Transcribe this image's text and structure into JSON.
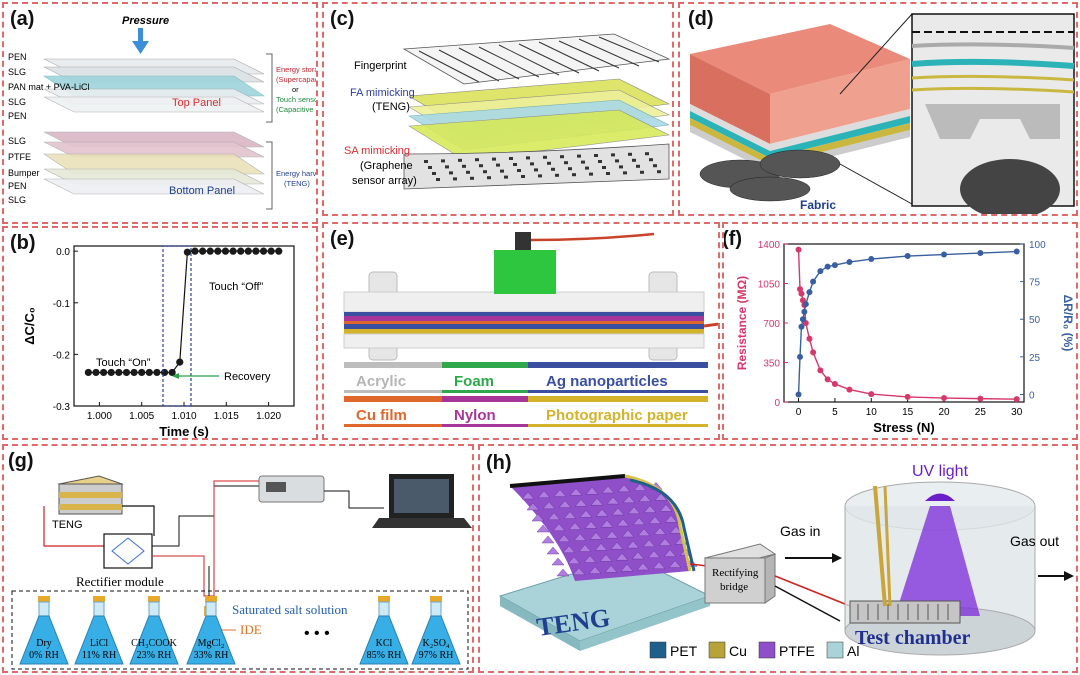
{
  "panels": {
    "a": {
      "label": "(a)",
      "pressure": "Pressure",
      "top_layers": [
        "PEN",
        "SLG",
        "PAN mat + PVA-LiCl",
        "SLG",
        "PEN"
      ],
      "bottom_layers": [
        "SLG",
        "PTFE",
        "Bumper",
        "PEN",
        "SLG"
      ],
      "top_panel": "Top Panel",
      "bottom_panel": "Bottom Panel",
      "energy_storage": "Energy storage",
      "supercapacitor": "(Supercapacitor)",
      "or": "or",
      "touch_sensor": "Touch sensor",
      "capacitive": "(Capacitive type)",
      "energy_harvesting": "Energy harvesting",
      "teng": "(TENG)"
    },
    "b": {
      "label": "(b)",
      "touch_on": "Touch “On”",
      "touch_off": "Touch “Off”",
      "recovery": "Recovery"
    },
    "c": {
      "label": "(c)",
      "fingerprint": "Fingerprint",
      "fa": "FA mimicking",
      "fa_sub": "(TENG)",
      "sa": "SA mimicking",
      "sa_sub1": "(Graphene",
      "sa_sub2": "sensor array)"
    },
    "d": {
      "label": "(d)",
      "fabric": "Fabric"
    },
    "e": {
      "label": "(e)",
      "legend": [
        {
          "text": "Acrylic",
          "color": "#bdbdbd",
          "text_color": "#b5b5b5"
        },
        {
          "text": "Foam",
          "color": "#2ea84a",
          "text_color": "#2ea84a"
        },
        {
          "text": "Ag nanoparticles",
          "color": "#3a4fa0",
          "text_color": "#3a4fa0"
        },
        {
          "text": "Cu film",
          "color": "#e0672b",
          "text_color": "#e0672b"
        },
        {
          "text": "Nylon",
          "color": "#a8369a",
          "text_color": "#a8369a"
        },
        {
          "text": "Photographic paper",
          "color": "#d4b32a",
          "text_color": "#d4b32a"
        }
      ]
    },
    "f": {
      "label": "(f)"
    },
    "g": {
      "label": "(g)",
      "teng": "TENG",
      "rectifier": "Rectifier module",
      "salt": "Saturated salt solution",
      "ide": "IDE",
      "dots": "•   •   •",
      "flasks": [
        {
          "salt": "Dry",
          "rh": "0% RH"
        },
        {
          "salt": "LiCl",
          "rh": "11% RH"
        },
        {
          "salt": "CH₃COOK",
          "rh": "23% RH"
        },
        {
          "salt": "MgCl₂",
          "rh": "33% RH"
        },
        {
          "salt": "KCl",
          "rh": "85% RH"
        },
        {
          "salt": "K₂SO₄",
          "rh": "97% RH"
        }
      ]
    },
    "h": {
      "label": "(h)",
      "teng": "TENG",
      "rect1": "Rectifying",
      "rect2": "bridge",
      "uv": "UV light",
      "gas_in": "Gas in",
      "gas_out": "Gas out",
      "chamber": "Test chamber",
      "legend": [
        {
          "text": "PET",
          "color": "#1f5f8b"
        },
        {
          "text": "Cu",
          "color": "#b8a33a"
        },
        {
          "text": "PTFE",
          "color": "#8e4fc8"
        },
        {
          "text": "Al",
          "color": "#a9d3d8"
        }
      ]
    }
  },
  "chart_data": [
    {
      "type": "scatter",
      "title": "",
      "xlabel": "Time (s)",
      "ylabel": "ΔC/C₀",
      "xlim": [
        0.997,
        1.023
      ],
      "ylim": [
        -0.3,
        0.01
      ],
      "xticks": [
        "1.000",
        "1.005",
        "1.010",
        "1.015",
        "1.020"
      ],
      "yticks": [
        "0.0",
        "-0.1",
        "-0.2",
        "-0.3"
      ],
      "x": [
        0.9987,
        0.9996,
        1.0005,
        1.0014,
        1.0023,
        1.0032,
        1.0041,
        1.005,
        1.0059,
        1.0068,
        1.0077,
        1.0086,
        1.0095,
        1.0104,
        1.0113,
        1.0122,
        1.0131,
        1.014,
        1.0149,
        1.0158,
        1.0167,
        1.0176,
        1.0185,
        1.0194,
        1.0203,
        1.0212
      ],
      "y": [
        -0.235,
        -0.235,
        -0.235,
        -0.235,
        -0.235,
        -0.235,
        -0.235,
        -0.235,
        -0.235,
        -0.235,
        -0.235,
        -0.235,
        -0.215,
        -0.002,
        0,
        0,
        0,
        0,
        0,
        0,
        0,
        0,
        0,
        0,
        0,
        0
      ]
    },
    {
      "type": "line",
      "title": "",
      "xlabel": "Stress (N)",
      "ylabel": "Resistance (MΩ)",
      "ylabel_right": "ΔR/R₀ (%)",
      "xlim": [
        -2,
        31
      ],
      "ylim": [
        0,
        1400
      ],
      "ylim_right": [
        -5,
        100
      ],
      "xticks": [
        0,
        5,
        10,
        15,
        20,
        25,
        30
      ],
      "yticks": [
        0,
        350,
        700,
        1050,
        1400
      ],
      "yticks_right": [
        0,
        25,
        50,
        75,
        100
      ],
      "series": [
        {
          "axis": "left",
          "color": "#d6386a",
          "x": [
            0,
            0.2,
            0.4,
            0.6,
            0.8,
            1,
            1.5,
            2,
            3,
            4,
            5,
            7,
            10,
            15,
            20,
            25,
            30
          ],
          "values": [
            1350,
            1000,
            960,
            900,
            860,
            700,
            560,
            440,
            280,
            200,
            160,
            110,
            70,
            45,
            35,
            30,
            25
          ]
        },
        {
          "axis": "right",
          "color": "#3a5fa0",
          "x": [
            0,
            0.2,
            0.4,
            0.6,
            0.8,
            1,
            1.5,
            2,
            3,
            4,
            5,
            7,
            10,
            15,
            20,
            25,
            30
          ],
          "values": [
            0,
            25,
            45,
            50,
            55,
            60,
            68,
            75,
            82,
            85,
            86,
            88,
            90,
            92,
            93,
            94,
            95
          ]
        }
      ]
    }
  ]
}
